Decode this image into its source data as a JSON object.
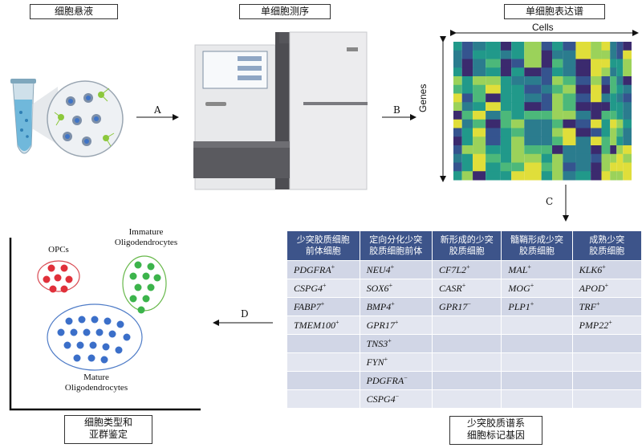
{
  "steps": {
    "cell_suspension": "细胞悬液",
    "sequencing": "单细胞测序",
    "expression": "单细胞表达谱",
    "identification_line1": "细胞类型和",
    "identification_line2": "亚群鉴定",
    "marker_genes_line1": "少突胶质谱系",
    "marker_genes_line2": "细胞标记基因"
  },
  "arrows": {
    "a": "A",
    "b": "B",
    "c": "C",
    "d": "D"
  },
  "heatmap": {
    "x_label": "Cells",
    "y_label": "Genes"
  },
  "scatter": {
    "opcs": "OPCs",
    "immature_line1": "Immature",
    "immature_line2": "Oligodendrocytes",
    "mature_line1": "Mature",
    "mature_line2": "Oligodendrocytes"
  },
  "table": {
    "headers": [
      [
        "少突胶质细胞",
        "前体细胞"
      ],
      [
        "定向分化少突",
        "胶质细胞前体"
      ],
      [
        "新形成的少突",
        "胶质细胞"
      ],
      [
        "髓鞘形成少突",
        "胶质细胞"
      ],
      [
        "成熟少突",
        "胶质细胞"
      ]
    ],
    "rows": [
      [
        {
          "g": "PDGFRA",
          "s": "+"
        },
        {
          "g": "NEU4",
          "s": "+"
        },
        {
          "g": "CF7L2",
          "s": "+"
        },
        {
          "g": "MAL",
          "s": "+"
        },
        {
          "g": "KLK6",
          "s": "+"
        }
      ],
      [
        {
          "g": "CSPG4",
          "s": "+"
        },
        {
          "g": "SOX6",
          "s": "+"
        },
        {
          "g": "CASR",
          "s": "+"
        },
        {
          "g": "MOG",
          "s": "+"
        },
        {
          "g": "APOD",
          "s": "+"
        }
      ],
      [
        {
          "g": "FABP7",
          "s": "+"
        },
        {
          "g": "BMP4",
          "s": "+"
        },
        {
          "g": "GPR17",
          "s": "−"
        },
        {
          "g": "PLP1",
          "s": "+"
        },
        {
          "g": "TRF",
          "s": "+"
        }
      ],
      [
        {
          "g": "TMEM100",
          "s": "+"
        },
        {
          "g": "GPR17",
          "s": "+"
        },
        {
          "g": "",
          "s": ""
        },
        {
          "g": "",
          "s": ""
        },
        {
          "g": "PMP22",
          "s": "+"
        }
      ],
      [
        {
          "g": "",
          "s": ""
        },
        {
          "g": "TNS3",
          "s": "+"
        },
        {
          "g": "",
          "s": ""
        },
        {
          "g": "",
          "s": ""
        },
        {
          "g": "",
          "s": ""
        }
      ],
      [
        {
          "g": "",
          "s": ""
        },
        {
          "g": "FYN",
          "s": "+"
        },
        {
          "g": "",
          "s": ""
        },
        {
          "g": "",
          "s": ""
        },
        {
          "g": "",
          "s": ""
        }
      ],
      [
        {
          "g": "",
          "s": ""
        },
        {
          "g": "PDGFRA",
          "s": "−"
        },
        {
          "g": "",
          "s": ""
        },
        {
          "g": "",
          "s": ""
        },
        {
          "g": "",
          "s": ""
        }
      ],
      [
        {
          "g": "",
          "s": ""
        },
        {
          "g": "CSPG4",
          "s": "−"
        },
        {
          "g": "",
          "s": ""
        },
        {
          "g": "",
          "s": ""
        },
        {
          "g": "",
          "s": ""
        }
      ]
    ]
  },
  "colors": {
    "header_bg": "#3d548a",
    "row_odd": "#d1d6e6",
    "row_even": "#e3e6f0",
    "opc_dot": "#e0303a",
    "immature_dot": "#3cb44b",
    "mature_dot": "#3b6fc9"
  }
}
